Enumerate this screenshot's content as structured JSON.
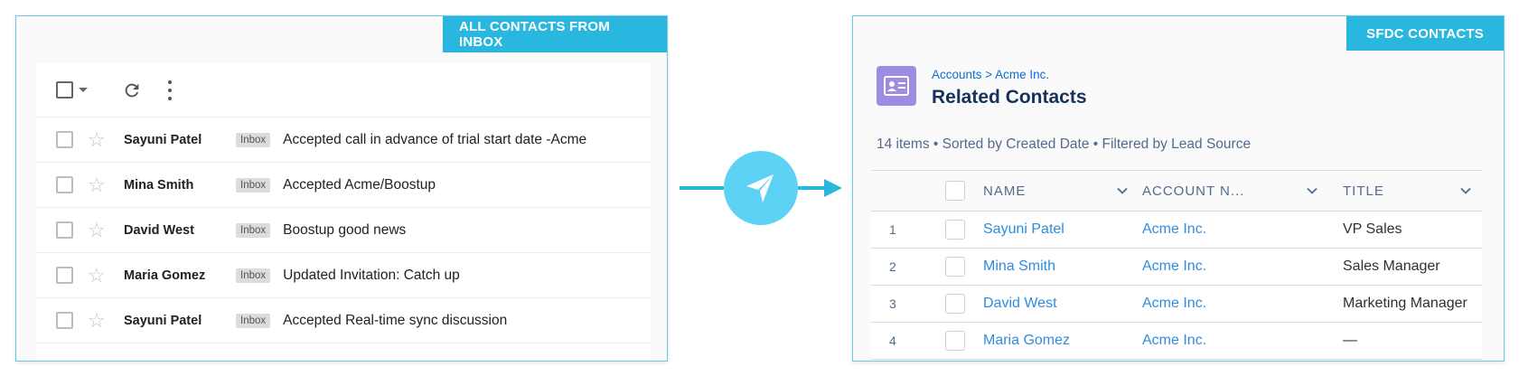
{
  "left_panel": {
    "tag": "ALL CONTACTS FROM INBOX",
    "rows": [
      {
        "sender": "Sayuni Patel",
        "label": "Inbox",
        "subject": "Accepted call in advance of trial start date -Acme"
      },
      {
        "sender": "Mina Smith",
        "label": "Inbox",
        "subject": "Accepted Acme/Boostup"
      },
      {
        "sender": "David West",
        "label": "Inbox",
        "subject": "Boostup good news"
      },
      {
        "sender": "Maria Gomez",
        "label": "Inbox",
        "subject": "Updated Invitation: Catch up"
      },
      {
        "sender": "Sayuni Patel",
        "label": "Inbox",
        "subject": "Accepted Real-time sync discussion"
      }
    ]
  },
  "right_panel": {
    "tag": "SFDC CONTACTS",
    "breadcrumb": "Accounts > Acme Inc.",
    "title": "Related Contacts",
    "meta": "14 items • Sorted by Created Date • Filtered by Lead Source",
    "columns": {
      "name": "NAME",
      "account": "ACCOUNT N...",
      "title": "TITLE"
    },
    "rows": [
      {
        "num": "1",
        "name": "Sayuni Patel",
        "account": "Acme Inc.",
        "title": "VP Sales"
      },
      {
        "num": "2",
        "name": "Mina Smith",
        "account": "Acme Inc.",
        "title": "Sales Manager"
      },
      {
        "num": "3",
        "name": "David West",
        "account": "Acme Inc.",
        "title": "Marketing Manager"
      },
      {
        "num": "4",
        "name": "Maria Gomez",
        "account": "Acme Inc.",
        "title": "—"
      }
    ]
  },
  "colors": {
    "accent": "#29b7e0",
    "send_circle": "#5ed2f5",
    "contact_icon": "#9e8be2",
    "link": "#2f8ce0"
  },
  "icons": {
    "select_all": "checkbox-icon",
    "refresh": "refresh-icon",
    "more": "more-vert-icon",
    "star": "star-icon",
    "send": "paper-plane-icon",
    "contact_card": "contact-card-icon",
    "sort": "chevron-down-icon"
  }
}
